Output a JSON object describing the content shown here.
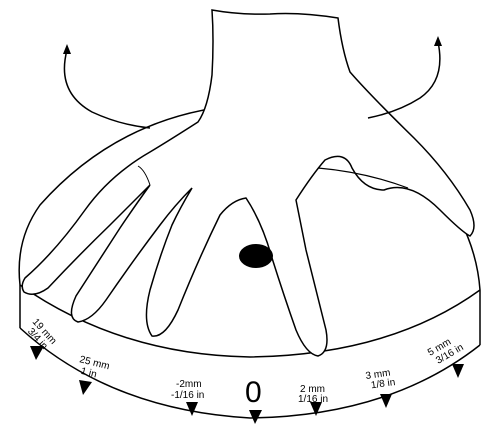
{
  "dial": {
    "zero_label": "0",
    "ticks": [
      {
        "id": "19mm",
        "line1": "19 mm",
        "line2": "3/4 in"
      },
      {
        "id": "25mm",
        "line1": "25 mm",
        "line2": "1 in"
      },
      {
        "id": "neg2mm",
        "line1": "-2mm",
        "line2": "-1/16 in"
      },
      {
        "id": "2mm",
        "line1": "2 mm",
        "line2": "1/16 in"
      },
      {
        "id": "3mm",
        "line1": "3 mm",
        "line2": "1/8 in"
      },
      {
        "id": "5mm",
        "line1": "5 mm",
        "line2": "3/16 in"
      }
    ]
  },
  "colors": {
    "stroke": "#000000",
    "background": "#ffffff"
  }
}
